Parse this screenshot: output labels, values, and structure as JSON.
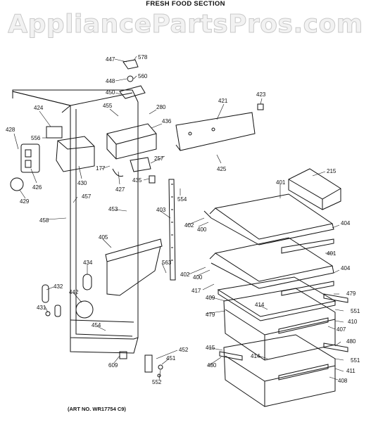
{
  "title": "FRESH FOOD SECTION",
  "watermark": "AppliancePartsPros.com",
  "art_number": "(ART NO. WR17754 C9)",
  "callouts": [
    {
      "id": "447",
      "part": "447"
    },
    {
      "id": "578",
      "part": "578"
    },
    {
      "id": "448",
      "part": "448"
    },
    {
      "id": "560",
      "part": "560"
    },
    {
      "id": "450",
      "part": "450"
    },
    {
      "id": "455",
      "part": "455"
    },
    {
      "id": "280",
      "part": "280"
    },
    {
      "id": "421",
      "part": "421"
    },
    {
      "id": "423",
      "part": "423"
    },
    {
      "id": "424",
      "part": "424"
    },
    {
      "id": "436",
      "part": "436"
    },
    {
      "id": "428",
      "part": "428"
    },
    {
      "id": "556",
      "part": "556"
    },
    {
      "id": "177",
      "part": "177"
    },
    {
      "id": "257",
      "part": "257"
    },
    {
      "id": "425",
      "part": "425"
    },
    {
      "id": "426",
      "part": "426"
    },
    {
      "id": "430",
      "part": "430"
    },
    {
      "id": "427",
      "part": "427"
    },
    {
      "id": "435",
      "part": "435"
    },
    {
      "id": "215",
      "part": "215"
    },
    {
      "id": "429",
      "part": "429"
    },
    {
      "id": "457",
      "part": "457"
    },
    {
      "id": "554",
      "part": "554"
    },
    {
      "id": "401a",
      "part": "401"
    },
    {
      "id": "453",
      "part": "453"
    },
    {
      "id": "403",
      "part": "403"
    },
    {
      "id": "458",
      "part": "458"
    },
    {
      "id": "402a",
      "part": "402"
    },
    {
      "id": "400a",
      "part": "400"
    },
    {
      "id": "404a",
      "part": "404"
    },
    {
      "id": "405",
      "part": "405"
    },
    {
      "id": "401b",
      "part": "401"
    },
    {
      "id": "434",
      "part": "434"
    },
    {
      "id": "563",
      "part": "563"
    },
    {
      "id": "402b",
      "part": "402"
    },
    {
      "id": "400b",
      "part": "400"
    },
    {
      "id": "404b",
      "part": "404"
    },
    {
      "id": "432",
      "part": "432"
    },
    {
      "id": "417",
      "part": "417"
    },
    {
      "id": "479a",
      "part": "479"
    },
    {
      "id": "442",
      "part": "442"
    },
    {
      "id": "409",
      "part": "409"
    },
    {
      "id": "431",
      "part": "431"
    },
    {
      "id": "414a",
      "part": "414"
    },
    {
      "id": "551a",
      "part": "551"
    },
    {
      "id": "479b",
      "part": "479"
    },
    {
      "id": "410",
      "part": "410"
    },
    {
      "id": "454",
      "part": "454"
    },
    {
      "id": "407",
      "part": "407"
    },
    {
      "id": "452",
      "part": "452"
    },
    {
      "id": "451",
      "part": "451"
    },
    {
      "id": "480a",
      "part": "480"
    },
    {
      "id": "415",
      "part": "415"
    },
    {
      "id": "414b",
      "part": "414"
    },
    {
      "id": "551b",
      "part": "551"
    },
    {
      "id": "609",
      "part": "609"
    },
    {
      "id": "480b",
      "part": "480"
    },
    {
      "id": "411",
      "part": "411"
    },
    {
      "id": "552",
      "part": "552"
    },
    {
      "id": "408",
      "part": "408"
    }
  ]
}
